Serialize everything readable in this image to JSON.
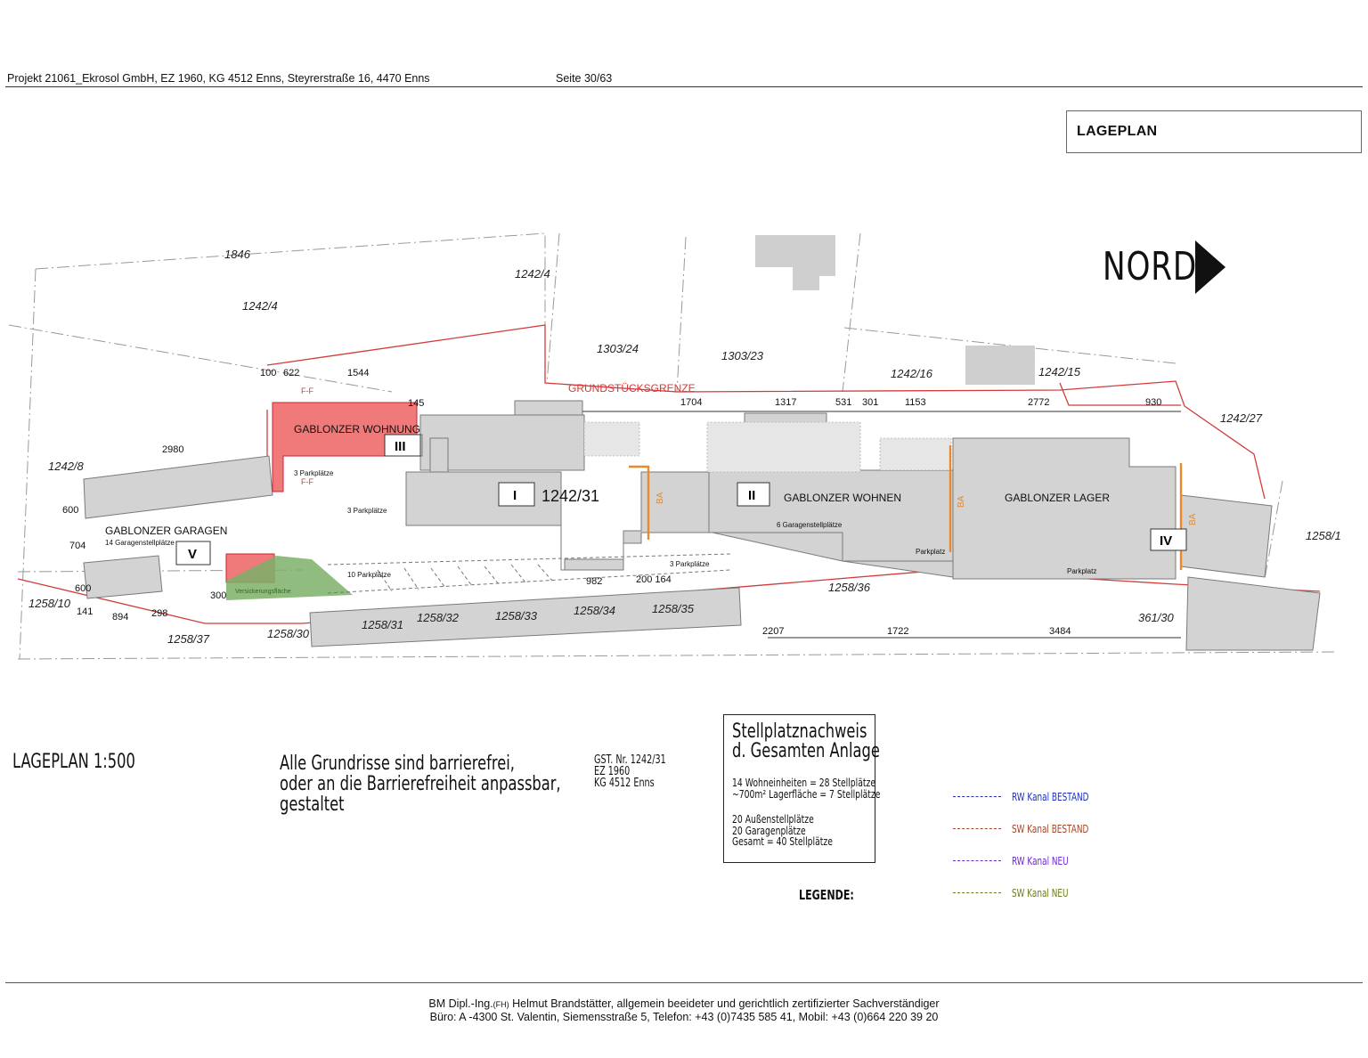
{
  "header": {
    "project": "Projekt 21061_Ekrosol GmbH, EZ 1960, KG 4512 Enns, Steyrerstraße 16, 4470 Enns",
    "page": "Seite 30/63"
  },
  "title_box": "LAGEPLAN",
  "north": "NORD",
  "plan": {
    "parcels": {
      "p1846": "1846",
      "p1242_4a": "1242/4",
      "p1242_4b": "1242/4",
      "p1303_24": "1303/24",
      "p1303_23": "1303/23",
      "p1242_16": "1242/16",
      "p1242_15": "1242/15",
      "p1242_27": "1242/27",
      "p1242_8": "1242/8",
      "p1258_1": "1258/1",
      "p1258_10": "1258/10",
      "p1258_37": "1258/37",
      "p1258_30": "1258/30",
      "p1258_31": "1258/31",
      "p1258_32": "1258/32",
      "p1258_33": "1258/33",
      "p1258_34": "1258/34",
      "p1258_35": "1258/35",
      "p1258_36": "1258/36",
      "p361_30": "361/30",
      "p1242_31": "1242/31"
    },
    "labels": {
      "grenze": "GRUNDSTÜCKSGRENZE",
      "gab_wohnung": "GABLONZER WOHNUNG",
      "gab_wohnen": "GABLONZER WOHNEN",
      "gab_lager": "GABLONZER LAGER",
      "gab_garagen": "GABLONZER GARAGEN",
      "garagen_sub": "14 Garagenstellplätze",
      "garagenstell": "6 Garagenstellplätze",
      "park3a": "3 Parkplätze",
      "park3b": "3 Parkplätze",
      "park3c": "3 Parkplätze",
      "park10": "10 Parkplätze",
      "parkplatz1": "Parkplatz",
      "parkplatz2": "Parkplatz",
      "versick": "Versickerungsfläche",
      "ff1": "F-F",
      "ff2": "F-F",
      "ba1": "BA",
      "ba2": "BA",
      "ba3": "BA"
    },
    "roman": {
      "r1": "I",
      "r2": "II",
      "r3": "III",
      "r4": "IV",
      "r5": "V"
    },
    "dims": {
      "d100": "100",
      "d622": "622",
      "d1544": "1544",
      "d145": "145",
      "d1704": "1704",
      "d1317": "1317",
      "d531": "531",
      "d301": "301",
      "d1153": "1153",
      "d2772": "2772",
      "d930": "930",
      "d2980": "2980",
      "d600a": "600",
      "d704": "704",
      "d600b": "600",
      "d141": "141",
      "d894": "894",
      "d298": "298",
      "d300": "300",
      "d982": "982",
      "d200_164": "200 164",
      "d2207": "2207",
      "d1722": "1722",
      "d3484": "3484"
    },
    "colors": {
      "building": "#d3d3d3",
      "building_stroke": "#7a7a7a",
      "new_building": "#f07a7a",
      "green_area": "#7db06a",
      "boundary": "#d23b3b",
      "ba_line": "#e8892a"
    }
  },
  "scale_label": "LAGEPLAN 1:500",
  "barrier_text": [
    "Alle Grundrisse sind barrierefrei,",
    "oder an die Barrierefreiheit anpassbar,",
    "gestaltet"
  ],
  "gst": [
    "GST. Nr. 1242/31",
    "EZ 1960",
    "KG 4512 Enns"
  ],
  "parking": {
    "title": [
      "Stellplatznachweis",
      "d. Gesamten Anlage"
    ],
    "calc": [
      "14 Wohneinheiten = 28 Stellplätze",
      "~700m² Lagerfläche = 7 Stellplätze"
    ],
    "totals": [
      "20 Außenstellplätze",
      "20 Garagenplätze",
      "Gesamt = 40 Stellplätze"
    ]
  },
  "legend": {
    "title": "LEGENDE:",
    "items": [
      {
        "label": "RW Kanal BESTAND",
        "color": "#1f2fb8"
      },
      {
        "label": "SW Kanal BESTAND",
        "color": "#a0462a"
      },
      {
        "label": "RW Kanal NEU",
        "color": "#6a2ad0"
      },
      {
        "label": "SW Kanal NEU",
        "color": "#6b7a1e"
      }
    ]
  },
  "footer": {
    "line1_a": "BM Dipl.-Ing.",
    "line1_b": "(FH)",
    "line1_c": " Helmut Brandstätter, allgemein beeideter und gerichtlich zertifizierter Sachverständiger",
    "line2": "Büro: A -4300 St. Valentin, Siemensstraße 5, Telefon: +43 (0)7435 585 41, Mobil: +43 (0)664 220 39 20"
  }
}
